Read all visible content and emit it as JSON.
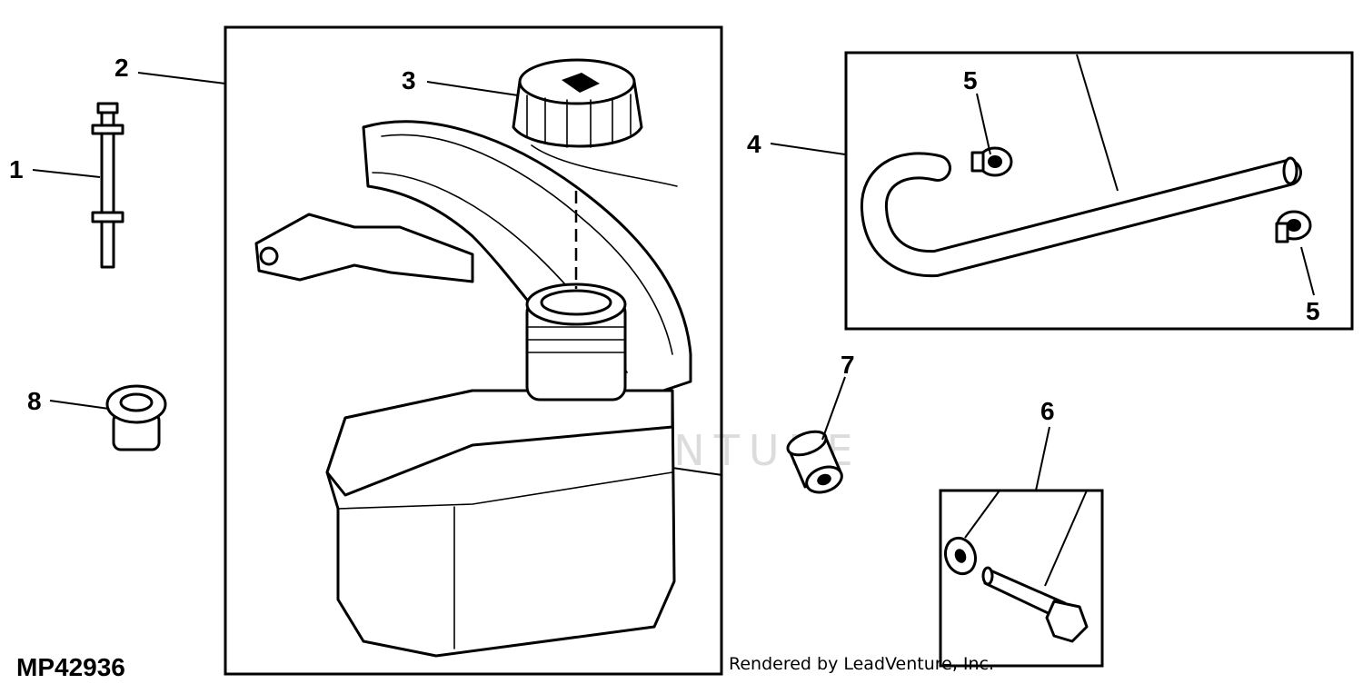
{
  "figure_id": "MP42936",
  "credit": "Rendered by LeadVenture, Inc.",
  "watermark": "LEADVENTURE",
  "callouts": {
    "c1": "1",
    "c2": "2",
    "c3": "3",
    "c4": "4",
    "c5a": "5",
    "c5b": "5",
    "c6": "6",
    "c7": "7",
    "c8": "8"
  }
}
